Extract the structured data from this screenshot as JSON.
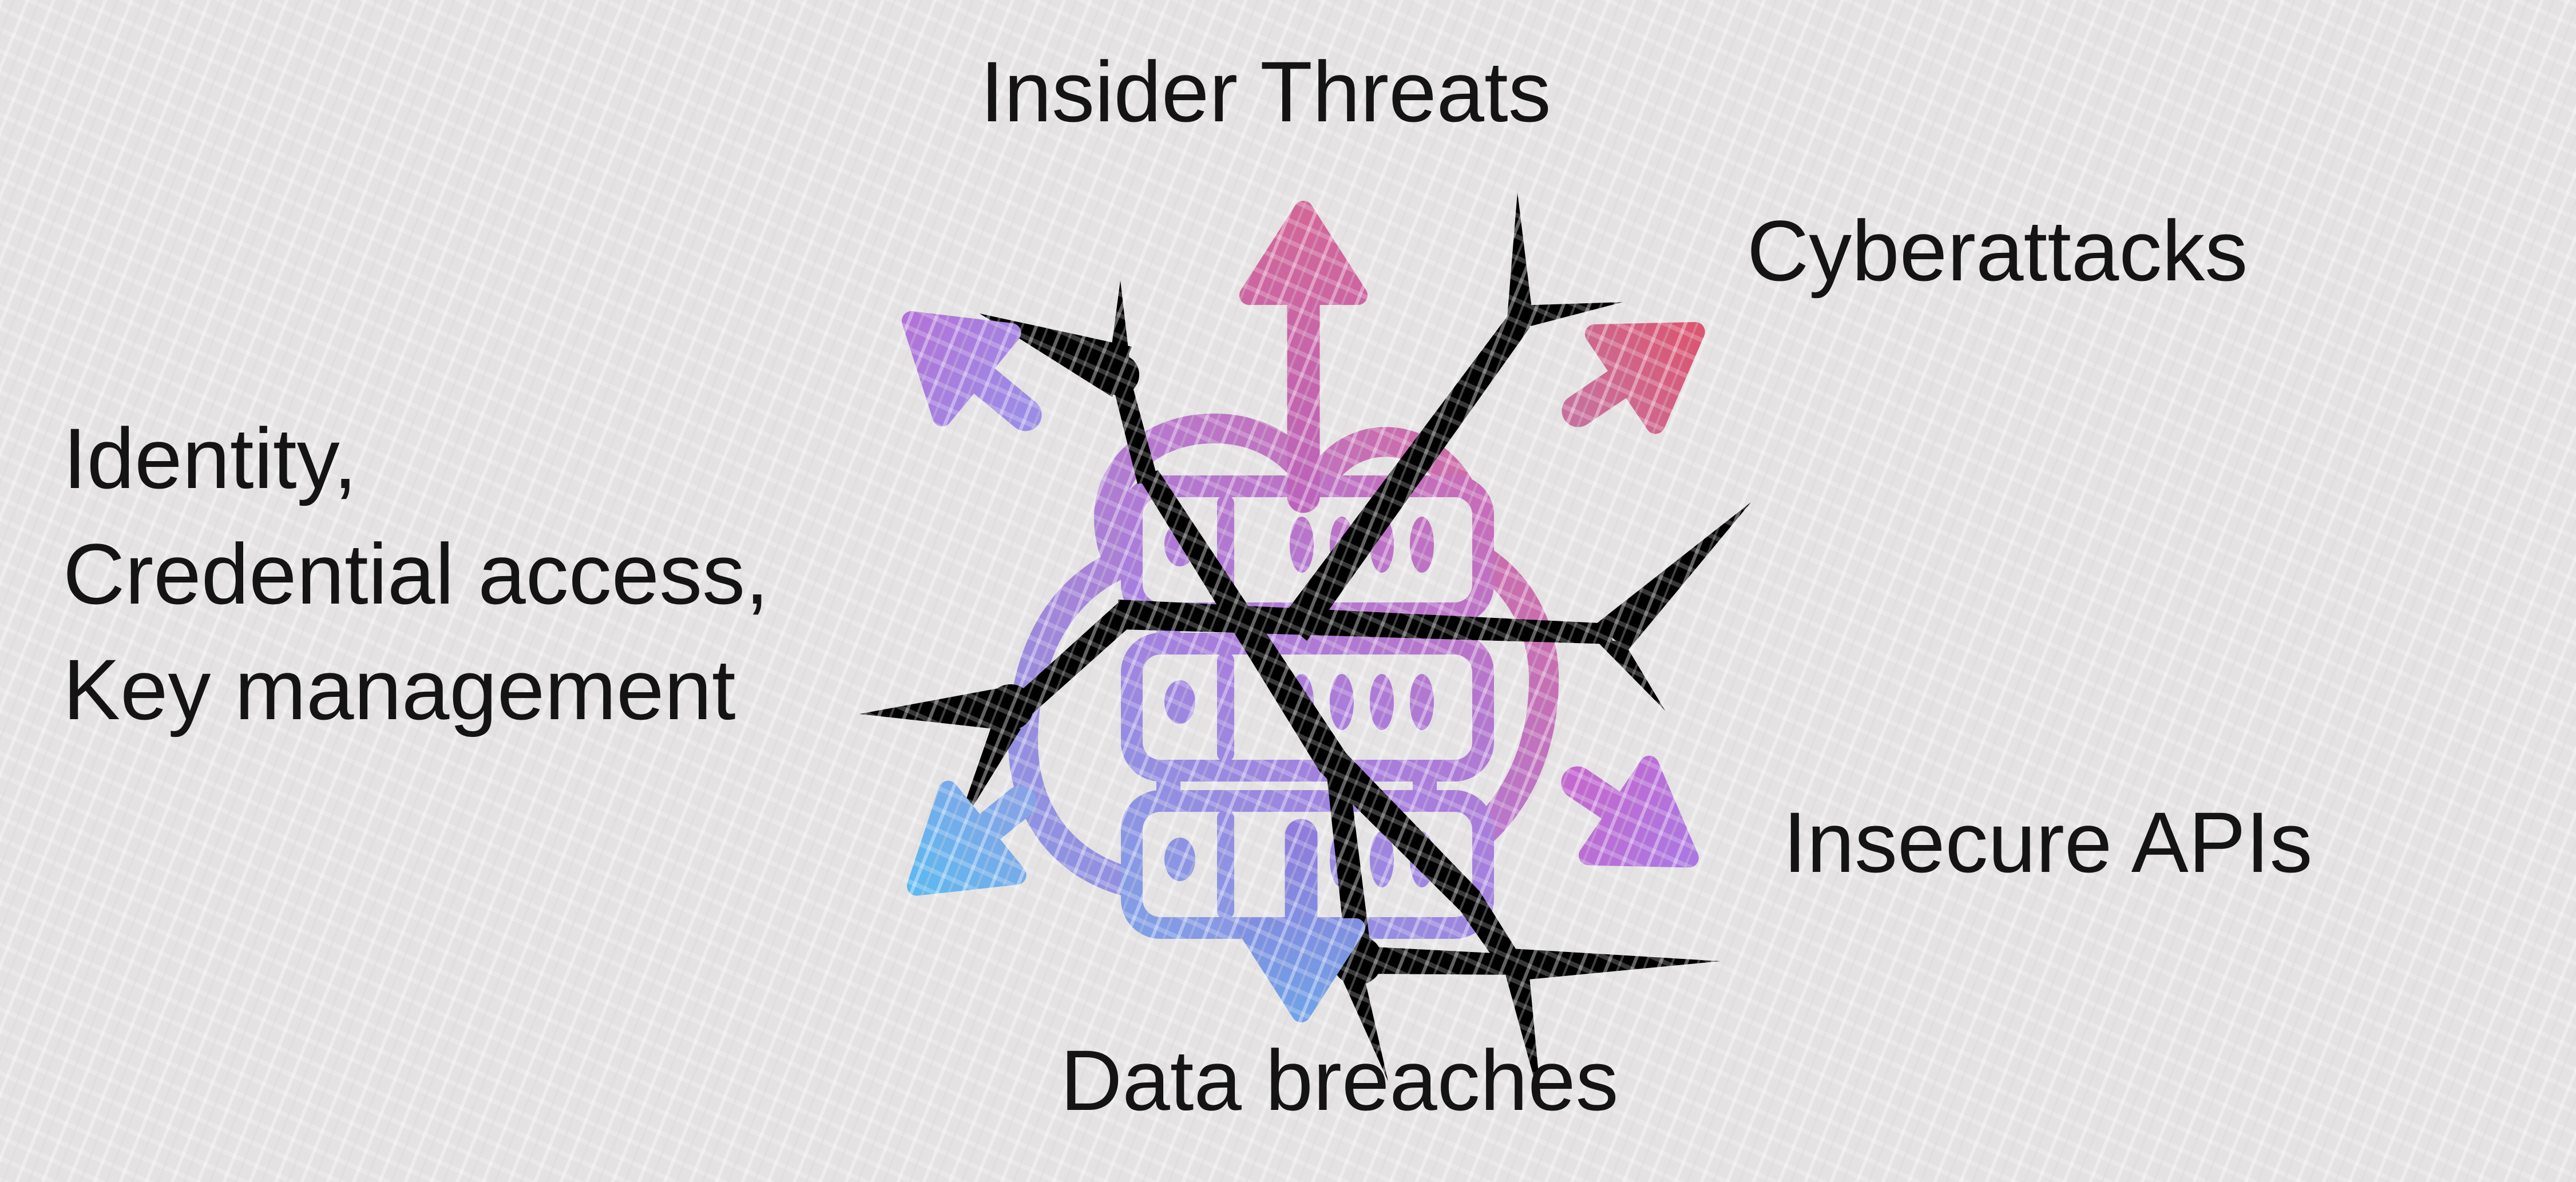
{
  "diagram": {
    "type": "radial-threat-diagram",
    "center_icon": "cloud-with-server-racks"
  },
  "labels": {
    "top": "Insider Threats",
    "top_right": "Cyberattacks",
    "left_lines": [
      "Identity,",
      "Credential access,",
      "Key management"
    ],
    "bottom_right": "Insecure APIs",
    "bottom": "Data breaches"
  },
  "colors": {
    "background": "#e4e2e3",
    "text": "#141414",
    "crack": "#000000",
    "cloud_gradient": {
      "from": "#8e92e2",
      "mid": "#b678cf",
      "to": "#d2689e"
    },
    "rack_gradient": {
      "from": "#7da0e6",
      "mid": "#a77edd",
      "to": "#c76cb8"
    }
  },
  "arrows": [
    {
      "name": "arrow-up",
      "direction": "up",
      "color_from": "#bb63bb",
      "color_to": "#d36697"
    },
    {
      "name": "arrow-up-left",
      "direction": "up-left",
      "color_from": "#9b8ce6",
      "color_to": "#b273d8"
    },
    {
      "name": "arrow-up-right",
      "direction": "up-right",
      "color_from": "#c8709d",
      "color_to": "#db5570"
    },
    {
      "name": "arrow-down-left",
      "direction": "down-left",
      "color_from": "#85a3e6",
      "color_to": "#5eb8f0"
    },
    {
      "name": "arrow-down",
      "direction": "down",
      "color_from": "#8f7cdb",
      "color_to": "#71a1e6"
    },
    {
      "name": "arrow-down-right",
      "direction": "down-right",
      "color_from": "#c368cf",
      "color_to": "#ab77e1"
    }
  ]
}
